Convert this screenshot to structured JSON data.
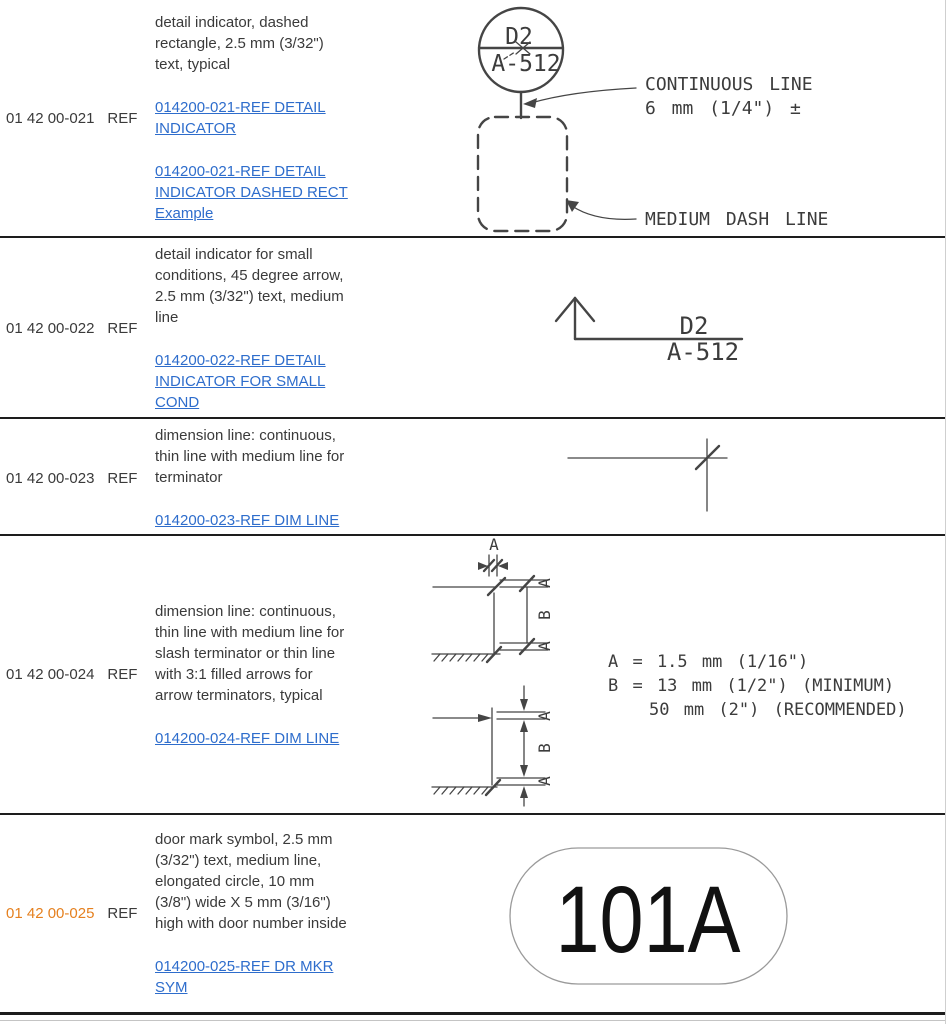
{
  "colors": {
    "text": "#3a3a3a",
    "code_accent": "#e5801f",
    "link": "#2e6dcc",
    "border": "#1d1d1d",
    "diagram_ink": "#454545",
    "cad_ink": "#3c3c3c",
    "figure_outline_light": "#9a9a9a"
  },
  "rows": [
    {
      "code": "01 42 00-021",
      "ref": "REF",
      "description": "detail indicator, dashed rectangle, 2.5 mm (3/32\") text, typical",
      "links": [
        "014200-021-REF DETAIL INDICATOR",
        "014200-021-REF DETAIL INDICATOR DASHED RECT Example"
      ],
      "figure": {
        "bubble_top": "D2",
        "bubble_bottom": "A-512",
        "callout_line": "CONTINUOUS LINE",
        "callout_size": "6 mm (1/4\") ±",
        "callout_dash": "MEDIUM DASH LINE"
      }
    },
    {
      "code": "01 42 00-022",
      "ref": "REF",
      "description": "detail indicator for small conditions, 45 degree arrow, 2.5 mm (3/32\") text, medium line",
      "links": [
        "014200-022-REF DETAIL INDICATOR FOR SMALL COND"
      ],
      "figure": {
        "label_top": "D2",
        "label_bottom": "A-512"
      }
    },
    {
      "code": "01 42 00-023",
      "ref": "REF",
      "description": "dimension line: continuous, thin line with medium line for terminator",
      "links": [
        "014200-023-REF DIM LINE"
      ]
    },
    {
      "code": "01 42 00-024",
      "ref": "REF",
      "description": "dimension line: continuous, thin line with medium line for slash terminator or thin line with 3:1 filled arrows for arrow terminators, typical",
      "links": [
        "014200-024-REF DIM LINE"
      ],
      "figure": {
        "dim_a": "A",
        "dim_b": "B",
        "legend": [
          "A = 1.5 mm (1/16\")",
          "B = 13 mm (1/2\") (MINIMUM)",
          "50 mm (2\") (RECOMMENDED)"
        ]
      }
    },
    {
      "code": "01 42 00-025",
      "ref": "REF",
      "description": "door mark symbol, 2.5 mm (3/32\") text, medium line, elongated circle, 10 mm (3/8\") wide X 5 mm (3/16\") high with door number inside",
      "links": [
        "014200-025-REF DR MKR SYM"
      ],
      "figure": {
        "door_number": "101A"
      }
    }
  ]
}
